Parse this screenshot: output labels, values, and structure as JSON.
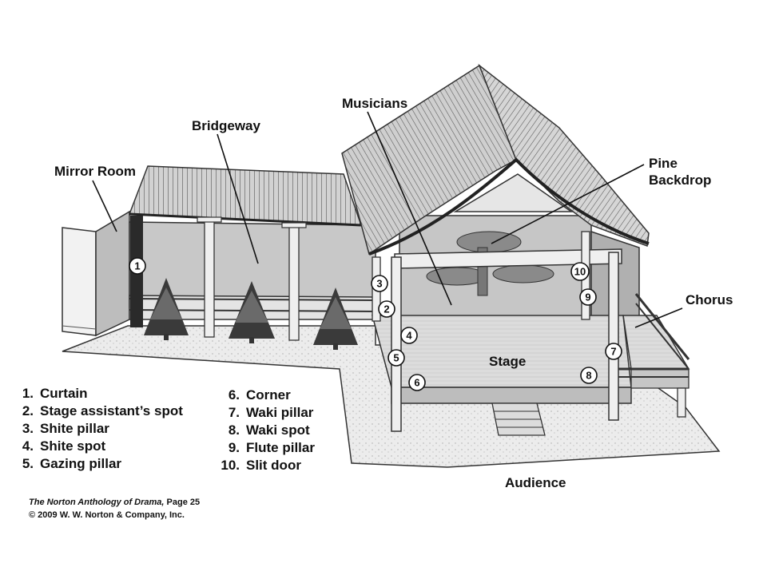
{
  "labels": {
    "mirror_room": "Mirror Room",
    "bridgeway": "Bridgeway",
    "musicians": "Musicians",
    "pine_line1": "Pine",
    "pine_line2": "Backdrop",
    "chorus": "Chorus",
    "stage": "Stage",
    "audience": "Audience"
  },
  "markers": [
    "1",
    "2",
    "3",
    "4",
    "5",
    "6",
    "7",
    "8",
    "9",
    "10"
  ],
  "legend": [
    {
      "num": "1.",
      "text": "Curtain"
    },
    {
      "num": "2.",
      "text": "Stage assistant’s spot"
    },
    {
      "num": "3.",
      "text": "Shite pillar"
    },
    {
      "num": "4.",
      "text": "Shite spot"
    },
    {
      "num": "5.",
      "text": "Gazing pillar"
    },
    {
      "num": "6.",
      "text": "Corner"
    },
    {
      "num": "7.",
      "text": "Waki pillar"
    },
    {
      "num": "8.",
      "text": "Waki spot"
    },
    {
      "num": "9.",
      "text": "Flute pillar"
    },
    {
      "num": "10.",
      "text": "Slit door"
    }
  ],
  "credit": {
    "title": "The Norton Anthology of Drama,",
    "page": " Page 25",
    "copyright": "© 2009 W. W. Norton & Company, Inc."
  }
}
